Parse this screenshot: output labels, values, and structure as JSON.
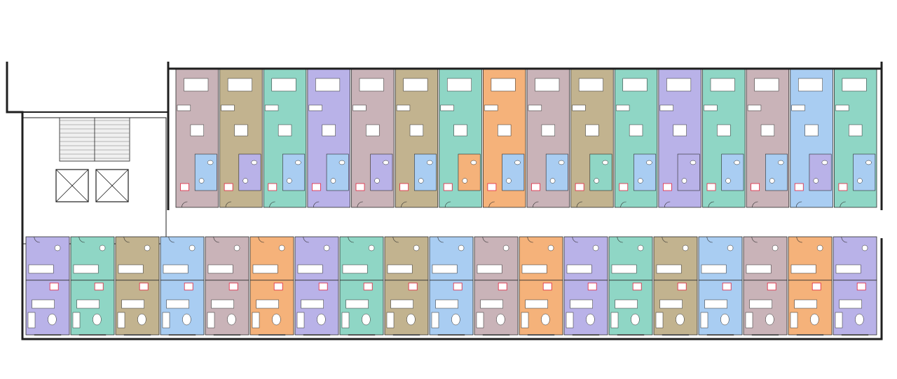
{
  "palette": {
    "wall": "#1f1f1f",
    "room_outline": "#2a2a2a",
    "label_box": "#e2233f",
    "label_text": "#ffffff",
    "corridor": "#ffffff",
    "stair_fill": "#f0f0f0",
    "pink": "#c9b3b8",
    "olive": "#c2b38f",
    "teal": "#8fd6c5",
    "lavender": "#b9b2e8",
    "blue": "#a9cdf2",
    "orange": "#f5b27a",
    "gray": "#c8c8c8"
  },
  "top_units": [
    {
      "color": "pink"
    },
    {
      "color": "olive"
    },
    {
      "color": "teal"
    },
    {
      "color": "lavender"
    },
    {
      "color": "pink"
    },
    {
      "color": "olive"
    },
    {
      "color": "teal"
    },
    {
      "color": "orange"
    },
    {
      "color": "pink"
    },
    {
      "color": "olive"
    },
    {
      "color": "teal"
    },
    {
      "color": "lavender"
    },
    {
      "color": "teal"
    },
    {
      "color": "pink"
    },
    {
      "color": "blue"
    },
    {
      "color": "teal"
    }
  ],
  "top_bathrooms": [
    {
      "color": "blue"
    },
    {
      "color": "lavender"
    },
    {
      "color": "blue"
    },
    {
      "color": "blue"
    },
    {
      "color": "lavender"
    },
    {
      "color": "blue"
    },
    {
      "color": "orange"
    },
    {
      "color": "blue"
    },
    {
      "color": "blue"
    },
    {
      "color": "teal"
    }
  ],
  "bottom_units": [
    {
      "color": "lavender",
      "lower": "lavender"
    },
    {
      "color": "teal",
      "lower": "teal"
    },
    {
      "color": "olive",
      "lower": "olive"
    },
    {
      "color": "blue",
      "lower": "blue"
    },
    {
      "color": "pink",
      "lower": "pink"
    },
    {
      "color": "orange",
      "lower": "orange"
    },
    {
      "color": "lavender",
      "lower": "lavender"
    },
    {
      "color": "teal",
      "lower": "teal"
    },
    {
      "color": "olive",
      "lower": "olive"
    },
    {
      "color": "blue",
      "lower": "blue"
    },
    {
      "color": "pink",
      "lower": "pink"
    },
    {
      "color": "orange",
      "lower": "orange"
    },
    {
      "color": "lavender",
      "lower": "lavender"
    },
    {
      "color": "teal",
      "lower": "teal"
    },
    {
      "color": "olive",
      "lower": "olive"
    },
    {
      "color": "blue",
      "lower": "blue"
    },
    {
      "color": "pink",
      "lower": "pink"
    },
    {
      "color": "orange",
      "lower": "orange"
    },
    {
      "color": "lavender",
      "lower": "lavender"
    }
  ]
}
